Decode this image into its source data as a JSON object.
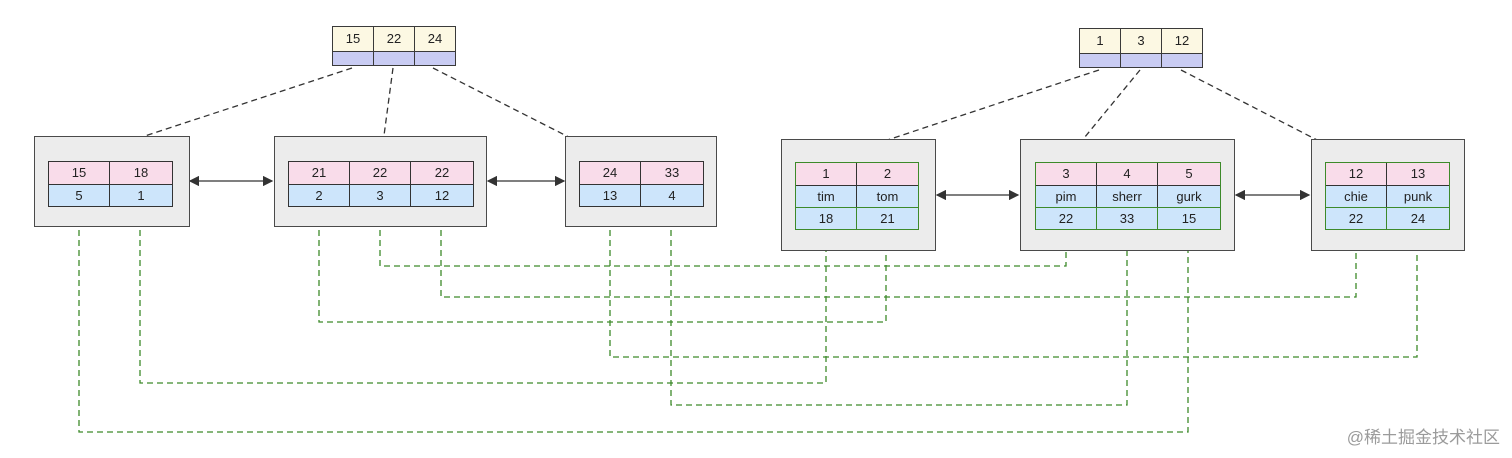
{
  "diagram": {
    "left_tree": {
      "root": {
        "keys": [
          "15",
          "22",
          "24"
        ]
      },
      "leaves": [
        {
          "keys": [
            "15",
            "18"
          ],
          "values": [
            "5",
            "1"
          ]
        },
        {
          "keys": [
            "21",
            "22",
            "22"
          ],
          "values": [
            "2",
            "3",
            "12"
          ]
        },
        {
          "keys": [
            "24",
            "33"
          ],
          "values": [
            "13",
            "4"
          ]
        }
      ]
    },
    "right_tree": {
      "root": {
        "keys": [
          "1",
          "3",
          "12"
        ]
      },
      "leaves": [
        {
          "keys": [
            "1",
            "2"
          ],
          "names": [
            "tim",
            "tom"
          ],
          "ages": [
            "18",
            "21"
          ]
        },
        {
          "keys": [
            "3",
            "4",
            "5"
          ],
          "names": [
            "pim",
            "sherr",
            "gurk"
          ],
          "ages": [
            "22",
            "33",
            "15"
          ]
        },
        {
          "keys": [
            "12",
            "13"
          ],
          "names": [
            "chie",
            "punk"
          ],
          "ages": [
            "22",
            "24"
          ]
        }
      ]
    },
    "colors": {
      "key_row": "#f9dcea",
      "value_row": "#cde5fb",
      "root_key": "#fcf8e3",
      "root_pointer": "#c9ccf3",
      "node_background": "#ececec",
      "lookup_line": "#3d8a2a",
      "pointer_line": "#333333"
    }
  },
  "watermark": "@稀土掘金技术社区"
}
